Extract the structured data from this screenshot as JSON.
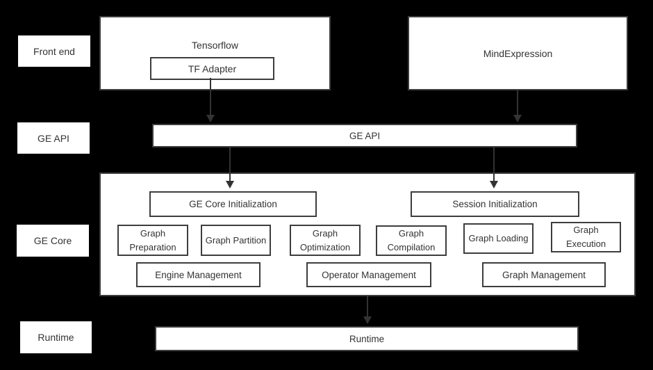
{
  "colors": {
    "background": "#000000",
    "box_fill": "#ffffff",
    "border": "#3d3d3d",
    "text": "#333333",
    "arrow": "#333333"
  },
  "side_labels": {
    "front_end": "Front end",
    "ge_api": "GE API",
    "ge_core": "GE Core",
    "runtime": "Runtime"
  },
  "front_end_row": {
    "tensorflow_label": "Tensorflow",
    "tf_adapter_label": "TF Adapter",
    "mind_expression_label": "MindExpression"
  },
  "ge_api_row": {
    "bar_label": "GE API"
  },
  "ge_core_box": {
    "init_left": "GE Core Initialization",
    "init_right": "Session Initialization",
    "stages": [
      "Graph Preparation",
      "Graph Partition",
      "Graph Optimization",
      "Graph Compilation",
      "Graph Loading",
      "Graph Execution"
    ],
    "management": [
      "Engine Management",
      "Operator Management",
      "Graph Management"
    ]
  },
  "runtime_row": {
    "bar_label": "Runtime"
  }
}
